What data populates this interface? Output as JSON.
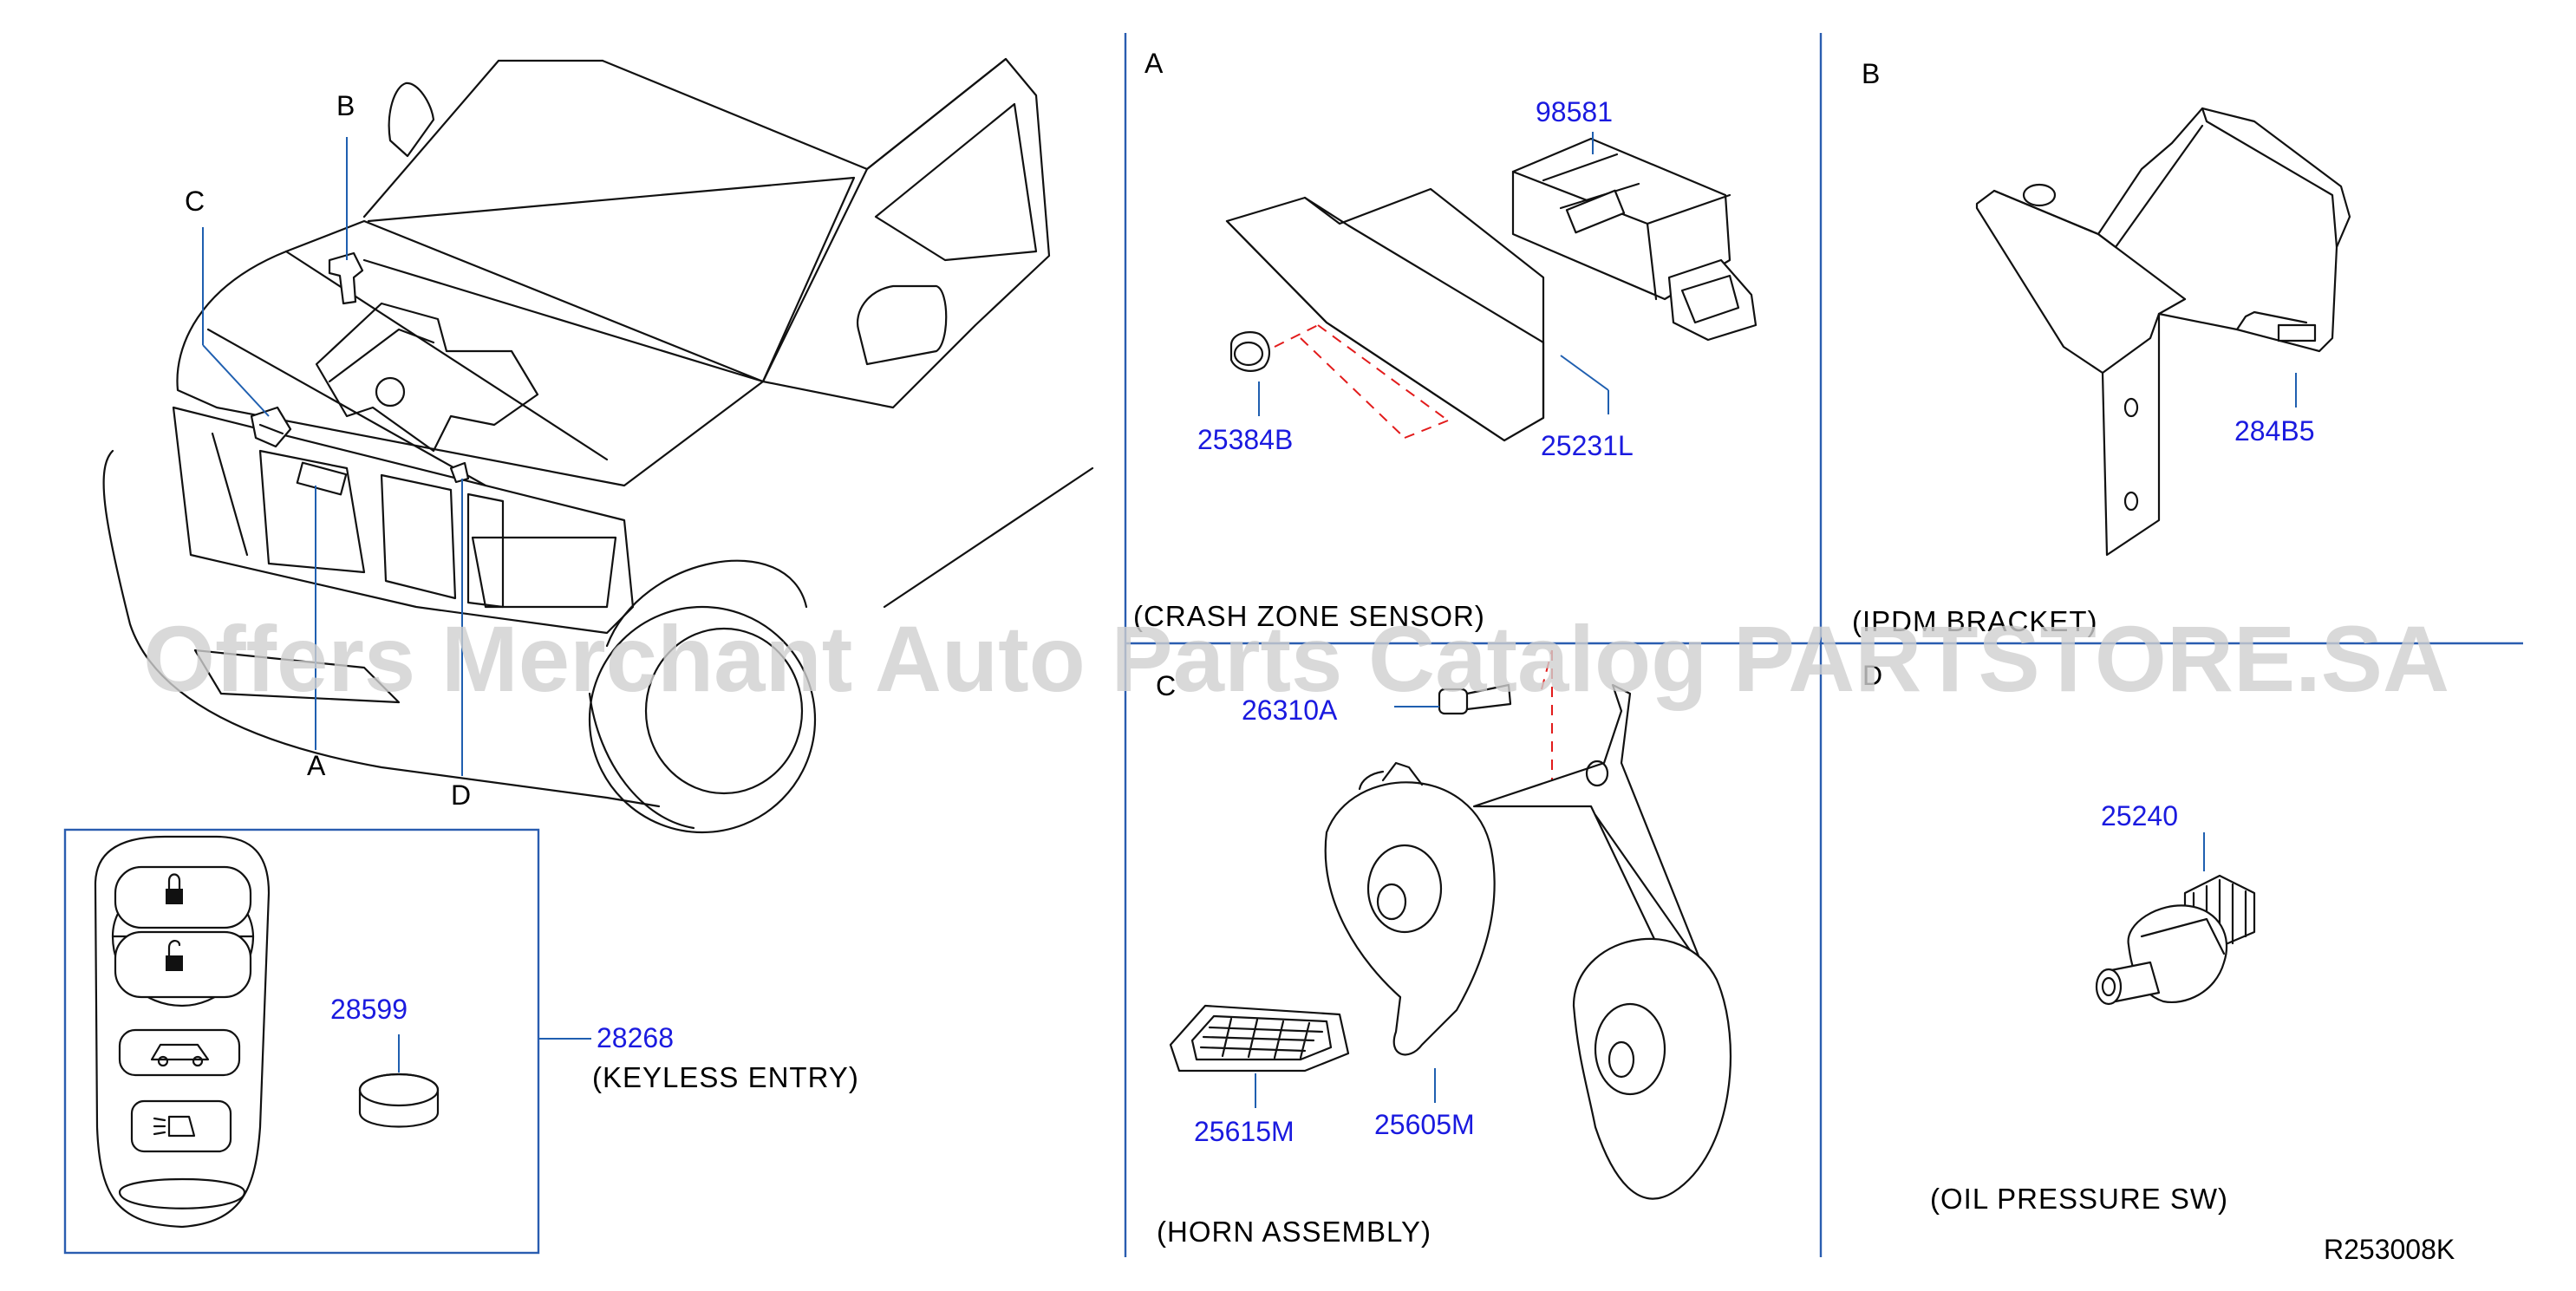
{
  "diagram_id": "R253008K",
  "watermark": "Offers Merchant Auto Parts Catalog PARTSTORE.SA",
  "vehicle_callouts": {
    "a": "A",
    "b": "B",
    "c": "C",
    "d": "D"
  },
  "sections": {
    "a": {
      "letter": "A",
      "caption": "(CRASH  ZONE  SENSOR)"
    },
    "b": {
      "letter": "B",
      "caption": "(IPDM  BRACKET)"
    },
    "c": {
      "letter": "C",
      "caption": "(HORN  ASSEMBLY)"
    },
    "d": {
      "letter": "D",
      "caption": "(OIL  PRESSURE  SW)"
    }
  },
  "keyless": {
    "caption": "(KEYLESS  ENTRY)"
  },
  "parts": {
    "p98581": "98581",
    "p25384B": "25384B",
    "p25231L": "25231L",
    "p284B5": "284B5",
    "p26310A": "26310A",
    "p25615M": "25615M",
    "p25605M": "25605M",
    "p25240": "25240",
    "p28599": "28599",
    "p28268": "28268"
  },
  "colors": {
    "part_number": "#1a1adf",
    "divider": "#2a5db0",
    "mating_dash": "#e21b1b",
    "watermark": "#cfcfcf"
  }
}
